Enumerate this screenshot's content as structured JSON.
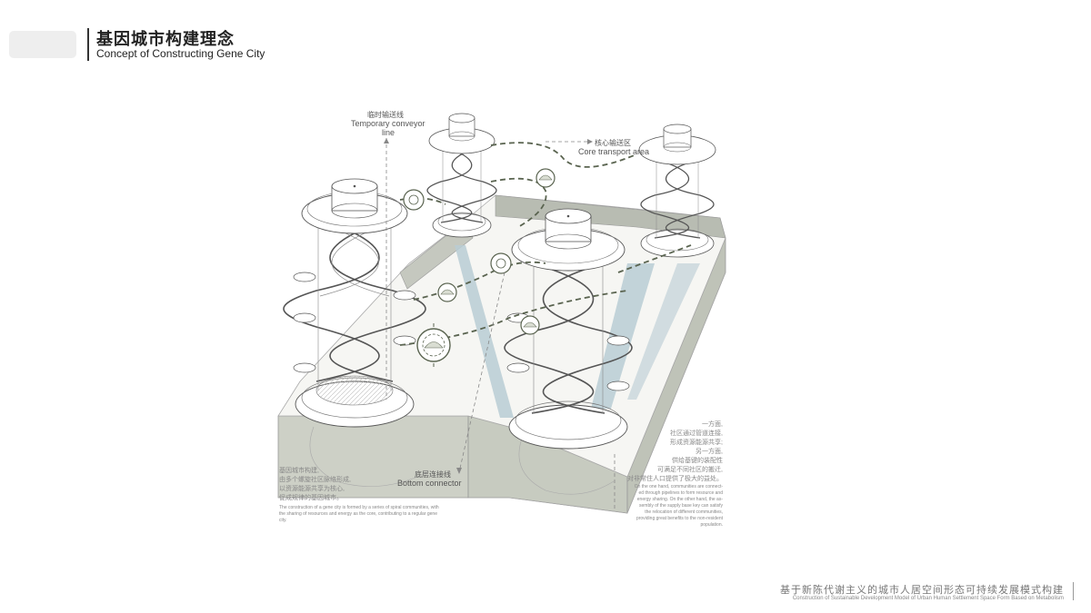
{
  "header": {
    "title_zh": "基因城市构建理念",
    "title_en": "Concept of Constructing Gene City"
  },
  "labels": {
    "temporary_zh": "临时输送线",
    "temporary_en_1": "Temporary conveyor",
    "temporary_en_2": "line",
    "core_zh": "核心输送区",
    "core_en": "Core transport area",
    "bottom_zh": "底层连接线",
    "bottom_en": "Bottom connector"
  },
  "notes": {
    "left_zh": [
      "基因城市构建,",
      "由多个螺旋社区脉络形成,",
      "以资源能源共享为核心,",
      "促成规律的基因城市。"
    ],
    "left_en": [
      "The construction of a gene city is formed by a series of spiral communities, with",
      "the sharing of resources and energy as the core, contributing to a regular gene",
      "city."
    ],
    "right_zh": [
      "一方面,",
      "社区通过管道连接,",
      "形成资源能源共享;",
      "另一方面,",
      "供给基键的装配性",
      "可满足不同社区的搬迁,",
      "对非常住人口提供了极大的益处。"
    ],
    "right_en": [
      "On the one hand, communities are connect-",
      "ed through pipelines to form resource and",
      "energy sharing. On the other hand, the as-",
      "sembly of the supply base key can satisfy",
      "the relocation of different communities,",
      "providing great benefits to the non-resident",
      "population."
    ]
  },
  "footer": {
    "title_zh": "基于新陈代谢主义的城市人居空间形态可持续发展模式构建",
    "title_en": "Construction of Sustainable Development Model of Urban Human Settlement Space Form Based on Metabolism"
  }
}
